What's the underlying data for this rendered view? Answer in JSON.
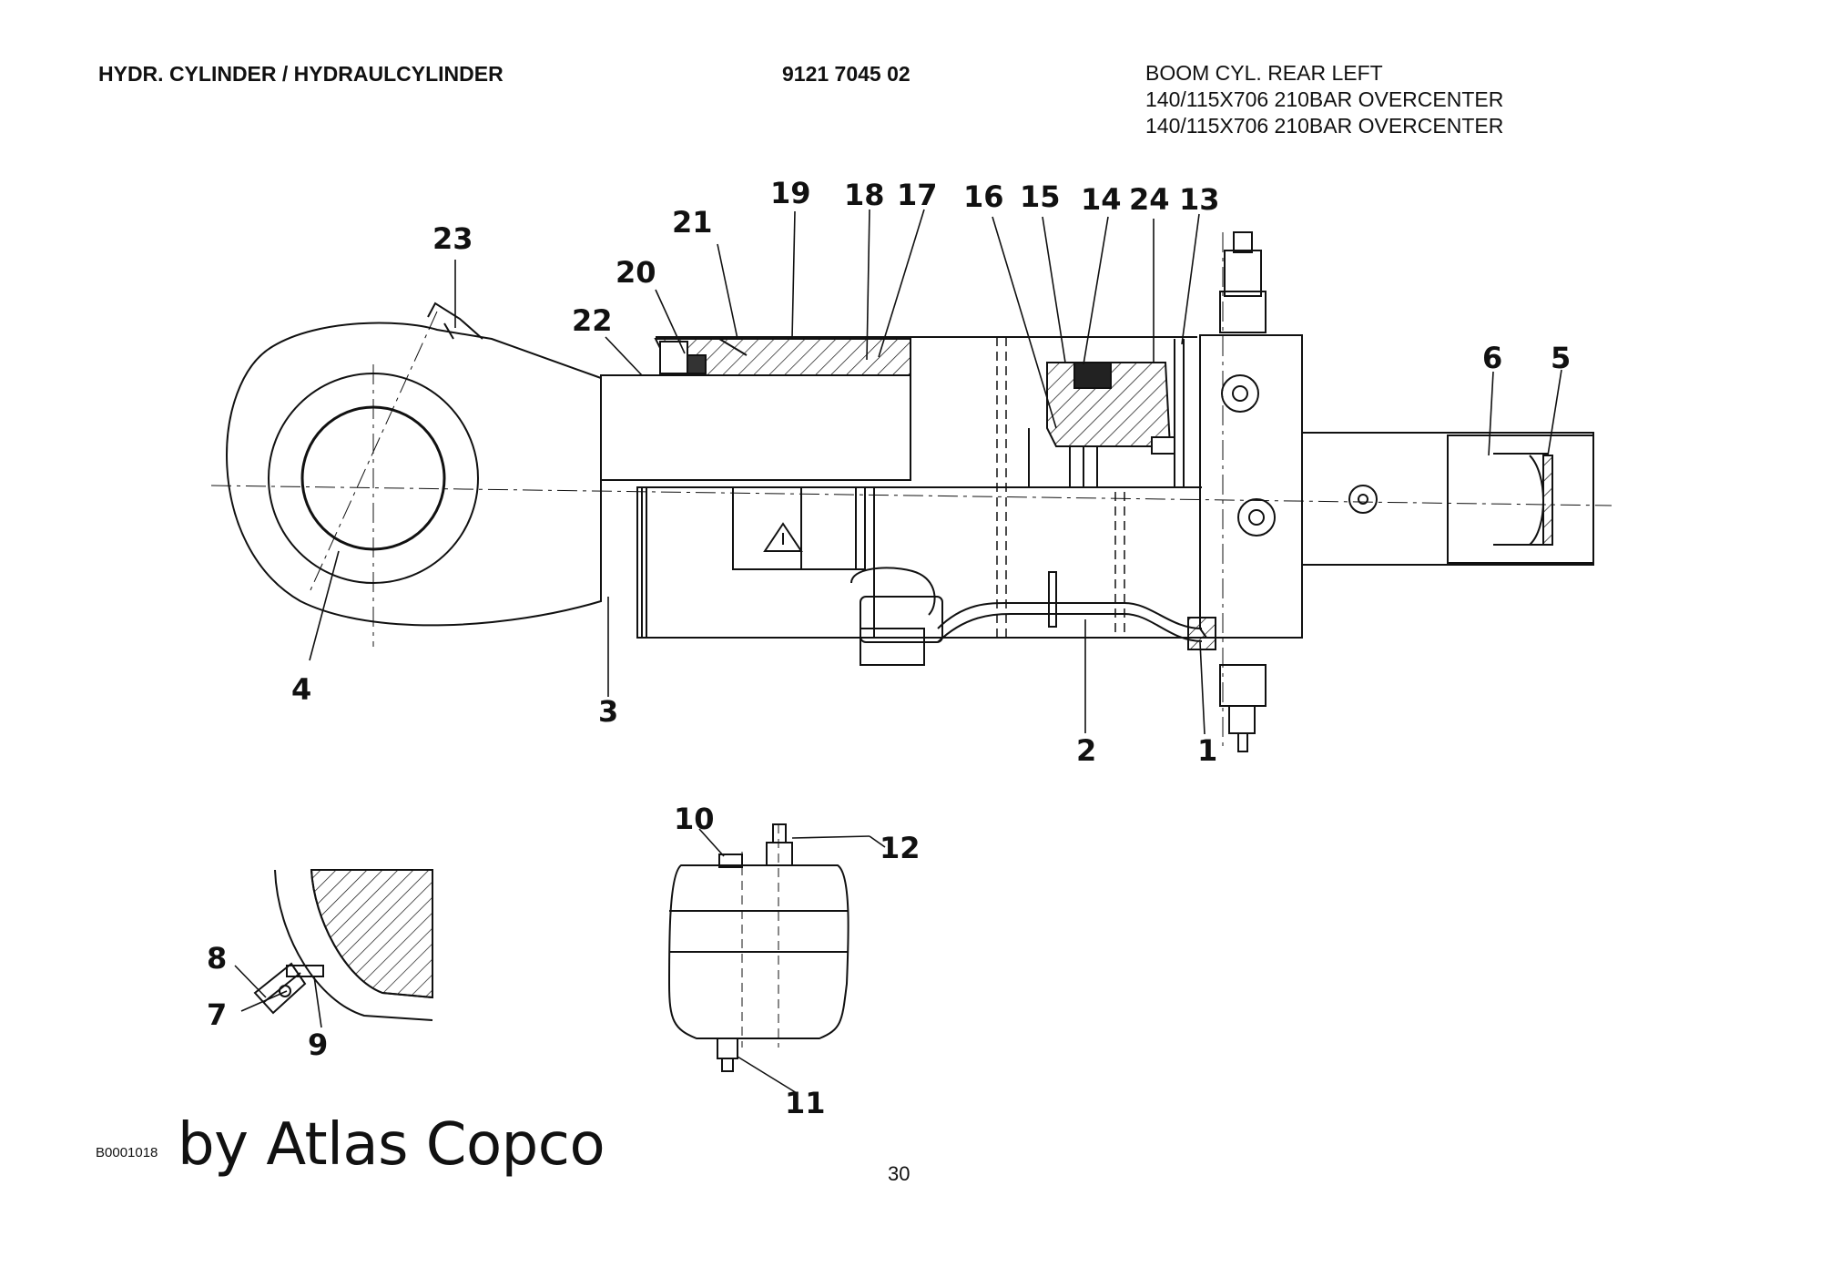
{
  "header": {
    "title": "HYDR. CYLINDER / HYDRAULCYLINDER",
    "part_number": "9121 7045 02",
    "description_lines": [
      "BOOM CYL. REAR LEFT",
      "140/115X706 210BAR OVERCENTER",
      "140/115X706 210BAR OVERCENTER"
    ]
  },
  "callouts": [
    {
      "id": "c1",
      "label": "1"
    },
    {
      "id": "c2",
      "label": "2"
    },
    {
      "id": "c3",
      "label": "3"
    },
    {
      "id": "c4",
      "label": "4"
    },
    {
      "id": "c5",
      "label": "5"
    },
    {
      "id": "c6",
      "label": "6"
    },
    {
      "id": "c7",
      "label": "7"
    },
    {
      "id": "c8",
      "label": "8"
    },
    {
      "id": "c9",
      "label": "9"
    },
    {
      "id": "c10",
      "label": "10"
    },
    {
      "id": "c11",
      "label": "11"
    },
    {
      "id": "c12",
      "label": "12"
    },
    {
      "id": "c13",
      "label": "13"
    },
    {
      "id": "c14",
      "label": "14"
    },
    {
      "id": "c15",
      "label": "15"
    },
    {
      "id": "c16",
      "label": "16"
    },
    {
      "id": "c17",
      "label": "17"
    },
    {
      "id": "c18",
      "label": "18"
    },
    {
      "id": "c19",
      "label": "19"
    },
    {
      "id": "c20",
      "label": "20"
    },
    {
      "id": "c21",
      "label": "21"
    },
    {
      "id": "c22",
      "label": "22"
    },
    {
      "id": "c23",
      "label": "23"
    },
    {
      "id": "c24",
      "label": "24"
    }
  ],
  "footer": {
    "drawing_code": "B0001018",
    "brand": "by Atlas Copco",
    "page_number": "30"
  },
  "colors": {
    "ink": "#111111",
    "paper": "#ffffff"
  }
}
